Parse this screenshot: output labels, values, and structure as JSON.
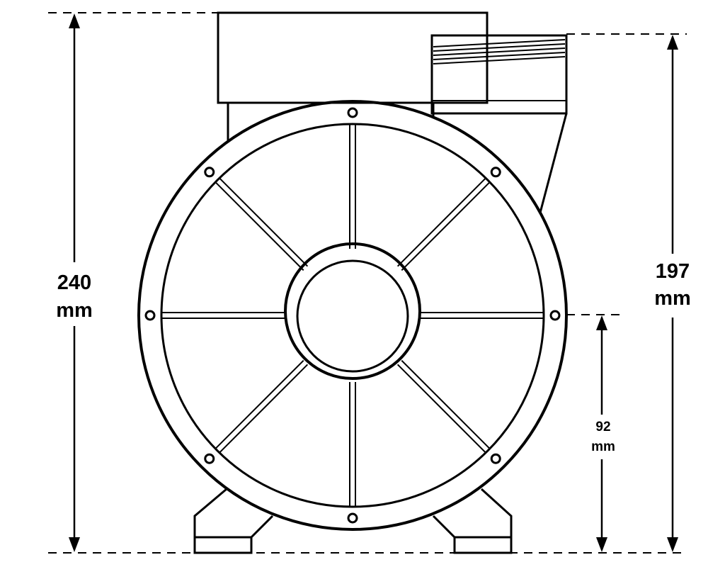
{
  "dimensions": {
    "total_height": {
      "value": "240",
      "unit": "mm"
    },
    "outlet_height": {
      "value": "197",
      "unit": "mm"
    },
    "axis_height": {
      "value": "92",
      "unit": "mm"
    }
  },
  "colors": {
    "line": "#000000",
    "background": "#ffffff"
  }
}
